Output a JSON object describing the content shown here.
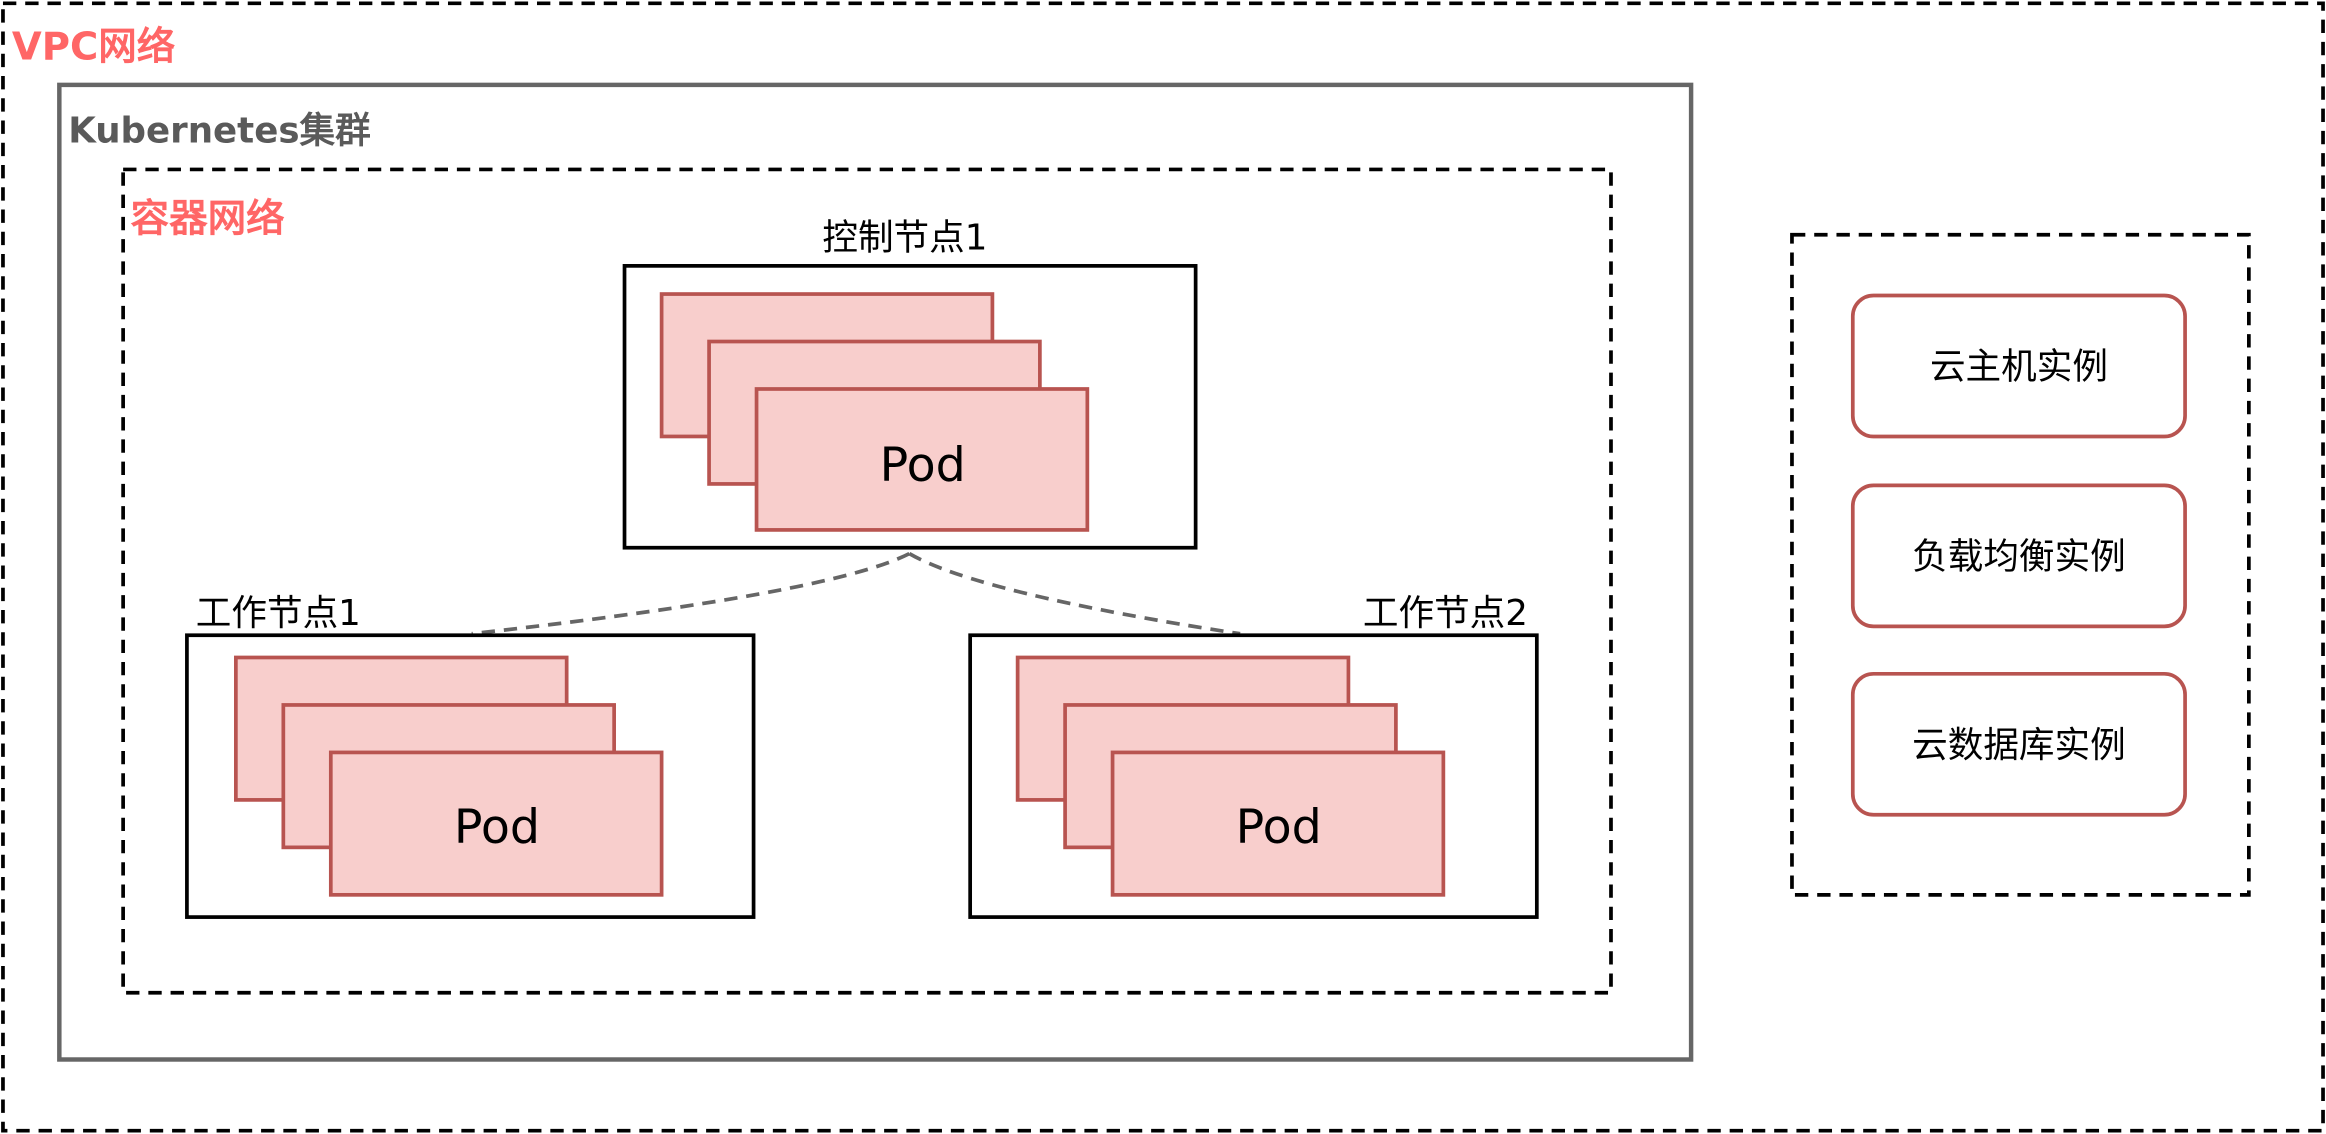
{
  "vpc": {
    "label": "VPC网络"
  },
  "cluster": {
    "label": "Kubernetes集群"
  },
  "container_network": {
    "label": "容器网络"
  },
  "nodes": {
    "control": {
      "label": "控制节点1",
      "pod_label": "Pod"
    },
    "worker1": {
      "label": "工作节点1",
      "pod_label": "Pod"
    },
    "worker2": {
      "label": "工作节点2",
      "pod_label": "Pod"
    }
  },
  "cloud_services": [
    {
      "label": "云主机实例"
    },
    {
      "label": "负载均衡实例"
    },
    {
      "label": "云数据库实例"
    }
  ],
  "colors": {
    "network_label": "#FF6666",
    "pod_fill": "#f8cecc",
    "pod_stroke": "#b85450"
  }
}
